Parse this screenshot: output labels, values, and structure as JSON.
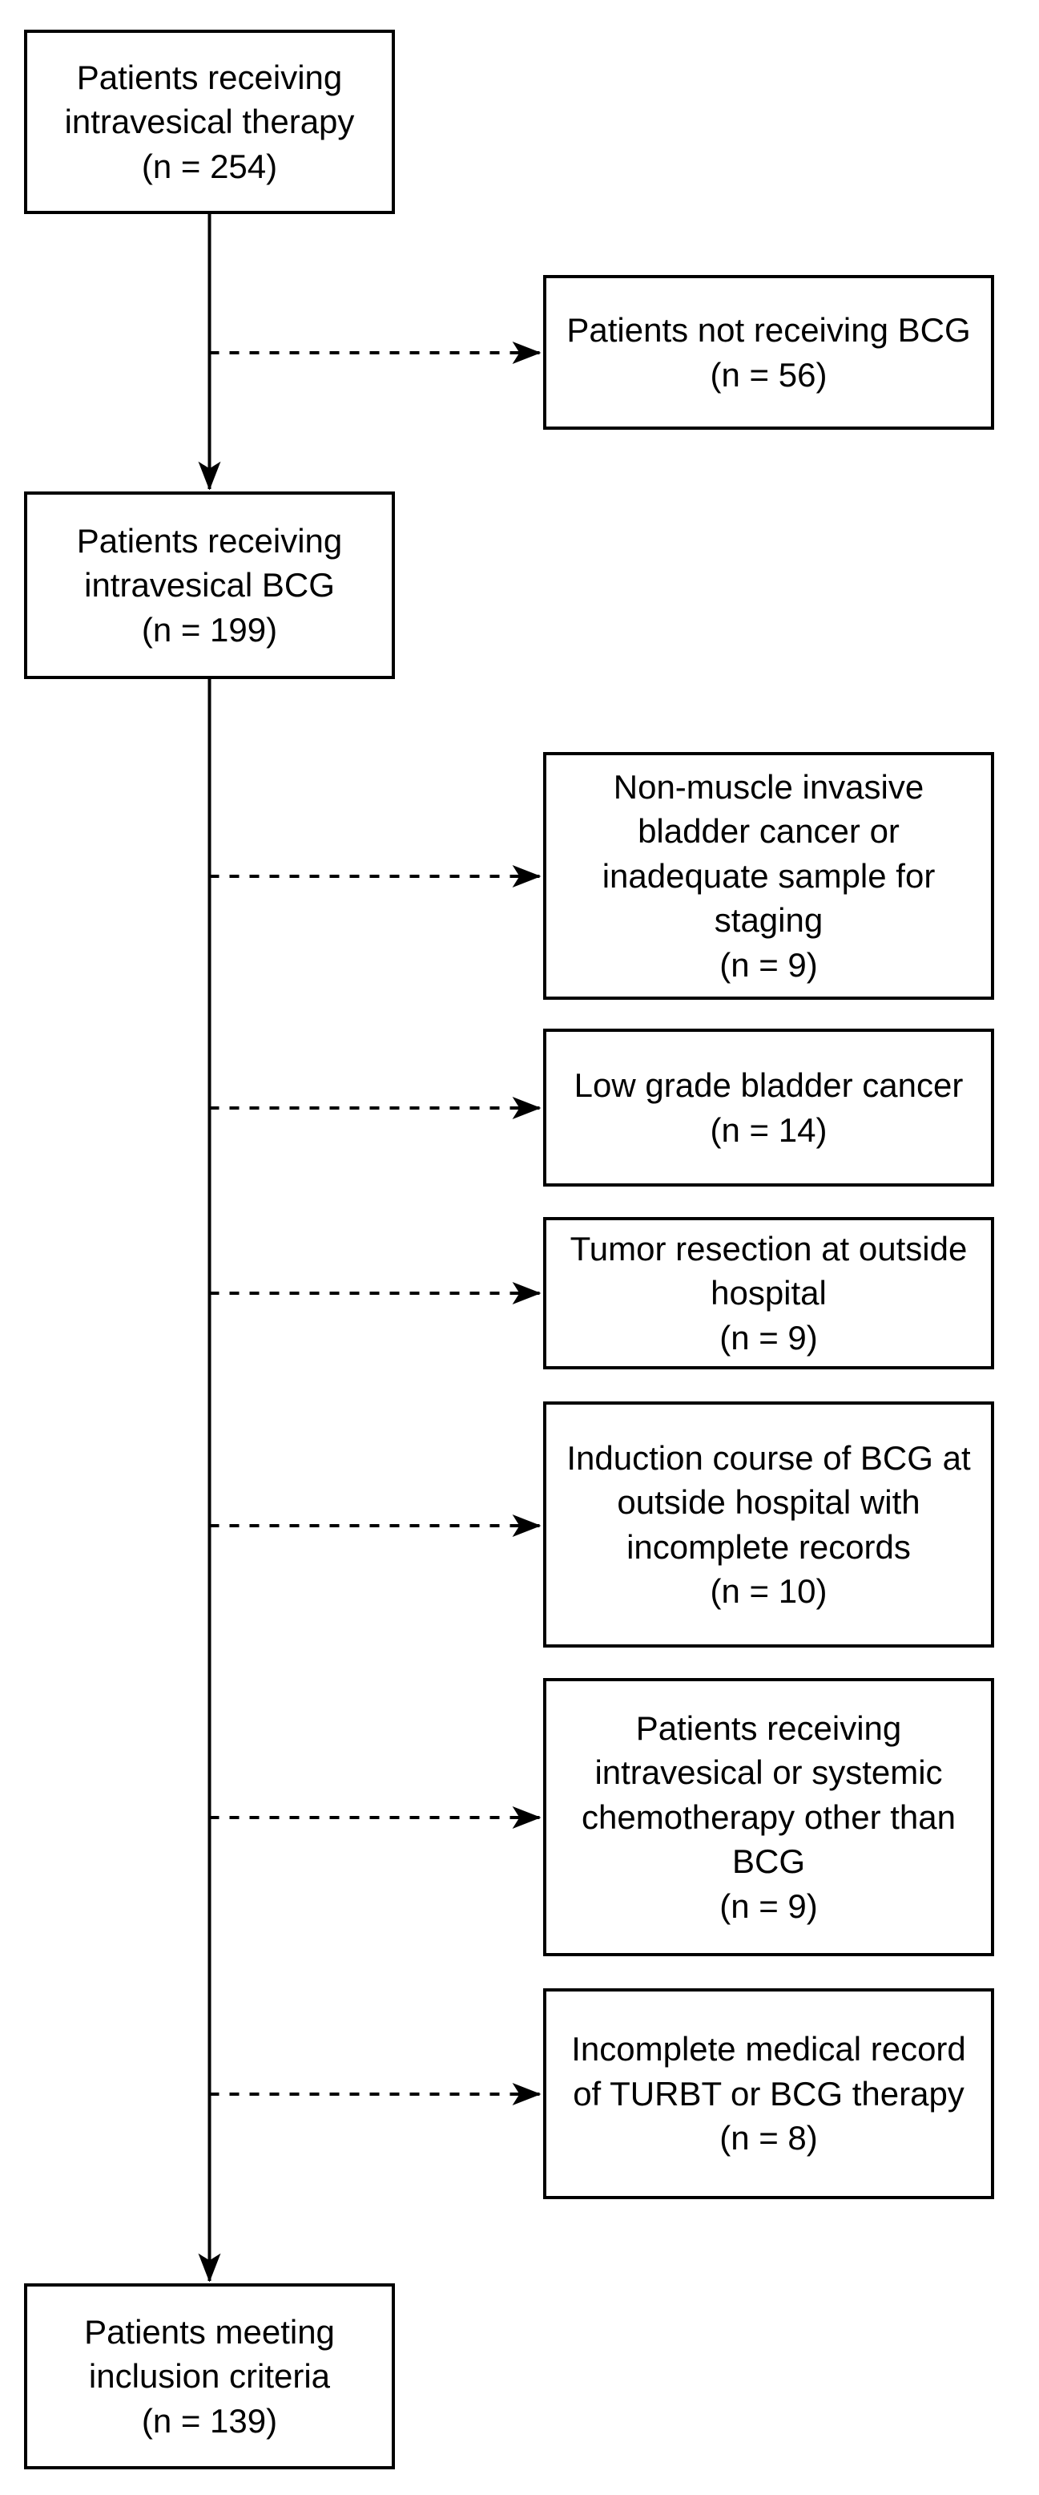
{
  "diagram": {
    "background_color": "#ffffff",
    "stroke_color": "#000000",
    "nodes": [
      {
        "id": "intravesical-therapy",
        "column": "left",
        "n": 254,
        "text": "Patients receiving\nintravesical therapy\n(n = 254)"
      },
      {
        "id": "not-receiving-bcg",
        "column": "right",
        "n": 56,
        "text": "Patients not receiving BCG\n(n = 56)"
      },
      {
        "id": "intravesical-bcg",
        "column": "left",
        "n": 199,
        "text": "Patients receiving\nintravesical BCG\n(n = 199)"
      },
      {
        "id": "nmibc-or-inadequate-sample",
        "column": "right",
        "n": 9,
        "text": "Non-muscle invasive\nbladder cancer or\ninadequate sample for\nstaging\n(n = 9)"
      },
      {
        "id": "low-grade-cancer",
        "column": "right",
        "n": 14,
        "text": "Low grade bladder cancer\n(n = 14)"
      },
      {
        "id": "outside-resection",
        "column": "right",
        "n": 9,
        "text": "Tumor resection at outside\nhospital\n(n = 9)"
      },
      {
        "id": "outside-induction-incomplete",
        "column": "right",
        "n": 10,
        "text": "Induction course of BCG at\noutside hospital with\nincomplete records\n(n = 10)"
      },
      {
        "id": "other-chemotherapy",
        "column": "right",
        "n": 9,
        "text": "Patients receiving\nintravesical or systemic\nchemotherapy other than\nBCG\n(n = 9)"
      },
      {
        "id": "incomplete-medical-record",
        "column": "right",
        "n": 8,
        "text": "Incomplete medical record\nof TURBT or BCG therapy\n(n = 8)"
      },
      {
        "id": "inclusion-criteria",
        "column": "left",
        "n": 139,
        "text": "Patients meeting\ninclusion criteria\n(n = 139)"
      }
    ],
    "edges": [
      {
        "from": "intravesical-therapy",
        "to": "intravesical-bcg",
        "style": "solid-arrow"
      },
      {
        "from": "main-flow",
        "to": "not-receiving-bcg",
        "style": "dashed-arrow"
      },
      {
        "from": "intravesical-bcg",
        "to": "inclusion-criteria",
        "style": "solid-arrow"
      },
      {
        "from": "main-flow",
        "to": "nmibc-or-inadequate-sample",
        "style": "dashed-arrow"
      },
      {
        "from": "main-flow",
        "to": "low-grade-cancer",
        "style": "dashed-arrow"
      },
      {
        "from": "main-flow",
        "to": "outside-resection",
        "style": "dashed-arrow"
      },
      {
        "from": "main-flow",
        "to": "outside-induction-incomplete",
        "style": "dashed-arrow"
      },
      {
        "from": "main-flow",
        "to": "other-chemotherapy",
        "style": "dashed-arrow"
      },
      {
        "from": "main-flow",
        "to": "incomplete-medical-record",
        "style": "dashed-arrow"
      }
    ]
  }
}
